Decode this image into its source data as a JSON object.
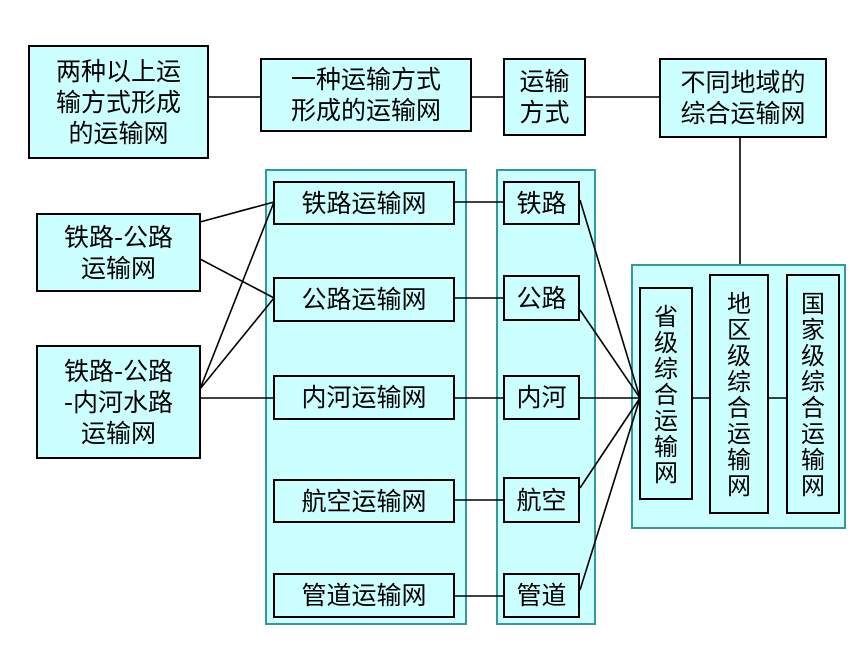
{
  "diagram": {
    "top_row": {
      "multi_mode": "两种以上运\n输方式形成\n的运输网",
      "single_mode": "一种运输方式\n形成的运输网",
      "transport_mode": "运输\n方式",
      "regional": "不同地域的\n综合运输网"
    },
    "combo_networks": {
      "rail_road": "铁路-公路\n运输网",
      "rail_road_river": "铁路-公路\n-内河水路\n运输网"
    },
    "single_networks": [
      "铁路运输网",
      "公路运输网",
      "内河运输网",
      "航空运输网",
      "管道运输网"
    ],
    "modes": [
      "铁路",
      "公路",
      "内河",
      "航空",
      "管道"
    ],
    "levels": {
      "provincial": "省\n级\n综\n合\n运\n输\n网",
      "district": "地\n区\n级\n综\n合\n运\n输\n网",
      "national": "国\n家\n级\n综\n合\n运\n输\n网"
    },
    "colors": {
      "box_fill": "#ccffff",
      "panel_border": "#339999",
      "line": "#000000"
    }
  }
}
